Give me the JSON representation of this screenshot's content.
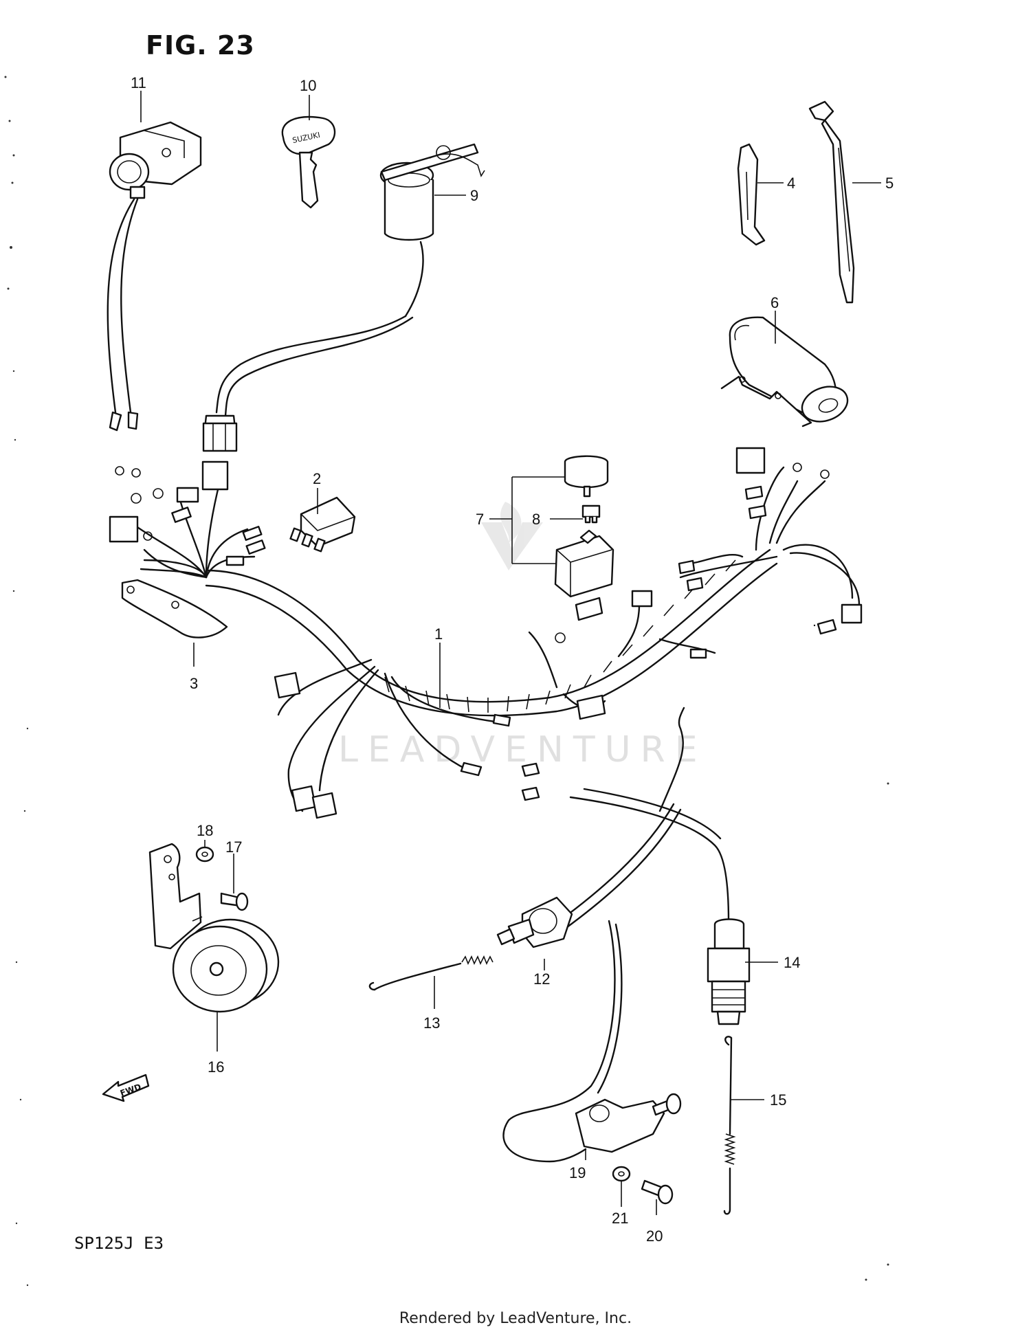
{
  "figure": {
    "title": "FIG. 23"
  },
  "model_code": "SP125J  E3",
  "footer": "Rendered by LeadVenture, Inc.",
  "watermark": "LEADVENTURE",
  "direction_badge": "FWD",
  "callouts": {
    "c1": "1",
    "c2": "2",
    "c3": "3",
    "c4": "4",
    "c5": "5",
    "c6": "6",
    "c7": "7",
    "c8": "8",
    "c9": "9",
    "c10": "10",
    "c11": "11",
    "c12": "12",
    "c13": "13",
    "c14": "14",
    "c15": "15",
    "c16": "16",
    "c17": "17",
    "c18": "18",
    "c19": "19",
    "c20": "20",
    "c21": "21"
  },
  "brand_on_key": "SUZUKI"
}
